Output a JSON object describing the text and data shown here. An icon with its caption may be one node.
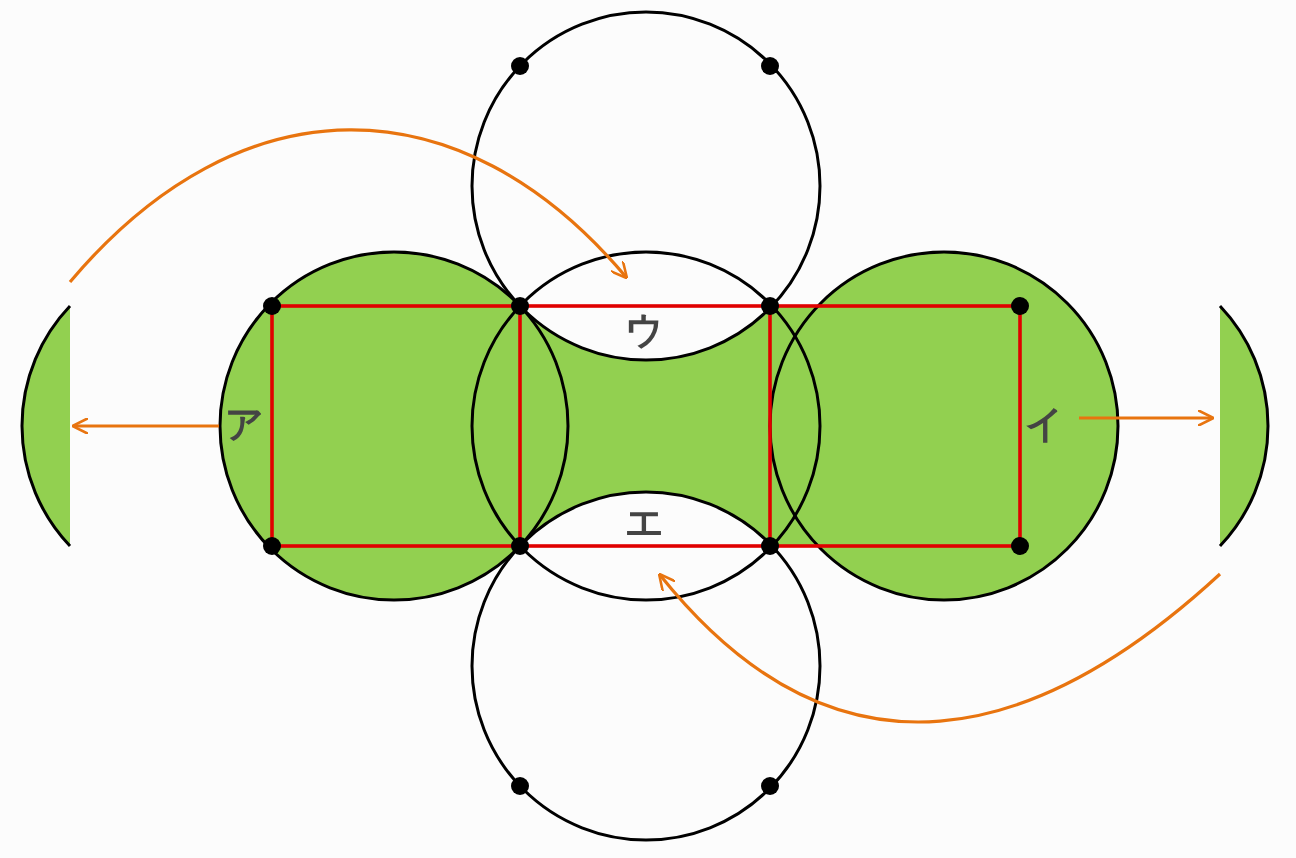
{
  "diagram": {
    "nodes": [
      {
        "text": [
          "ア"
        ]
      },
      {
        "text": [
          "イ"
        ]
      },
      {
        "text": [
          "ウ"
        ]
      },
      {
        "text": [
          "エ"
        ]
      },
      {
        "text": [],
        "shape": "segment"
      },
      {
        "text": [],
        "shape": "segment"
      }
    ],
    "edges": [
      {
        "from": 0,
        "to": 4,
        "arrow": "to"
      },
      {
        "from": 1,
        "to": 5,
        "arrow": "to"
      },
      {
        "from": 4,
        "to": 2,
        "arrow": "to"
      },
      {
        "from": 5,
        "to": 3,
        "arrow": "to"
      }
    ]
  }
}
